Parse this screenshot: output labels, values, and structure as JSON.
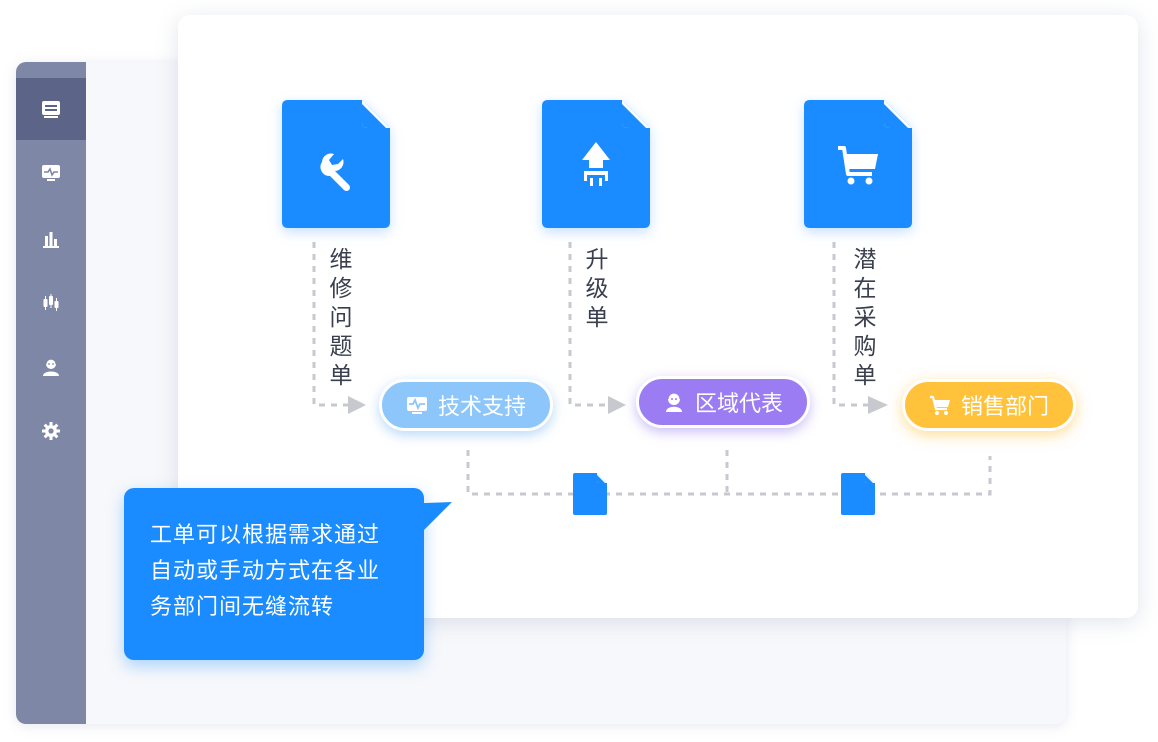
{
  "sidebar": {
    "items": [
      {
        "icon": "list-icon",
        "active": true
      },
      {
        "icon": "monitor-icon",
        "active": false
      },
      {
        "icon": "bar-chart-icon",
        "active": false
      },
      {
        "icon": "candlestick-icon",
        "active": false
      },
      {
        "icon": "support-agent-icon",
        "active": false
      },
      {
        "icon": "gear-icon",
        "active": false
      }
    ]
  },
  "flow": {
    "documents": [
      {
        "icon": "wrench-icon",
        "label": "维修问题单"
      },
      {
        "icon": "upgrade-icon",
        "label": "升级单"
      },
      {
        "icon": "cart-icon",
        "label": "潜在采购单"
      }
    ],
    "departments": [
      {
        "icon": "monitor-icon",
        "label": "技术支持",
        "color": "#8cc6fb"
      },
      {
        "icon": "person-icon",
        "label": "区域代表",
        "color": "#9b7cf2"
      },
      {
        "icon": "cart-icon",
        "label": "销售部门",
        "color": "#ffc23a"
      }
    ]
  },
  "callout": {
    "lines": [
      "工单可以根据需求通过",
      "自动或手动方式在各业",
      "务部门间无缝流转"
    ]
  },
  "colors": {
    "accent": "#1a8cff",
    "sidebar": "#7f87a6",
    "sidebar_active": "#5c6487",
    "connector": "#c7c9cf"
  }
}
